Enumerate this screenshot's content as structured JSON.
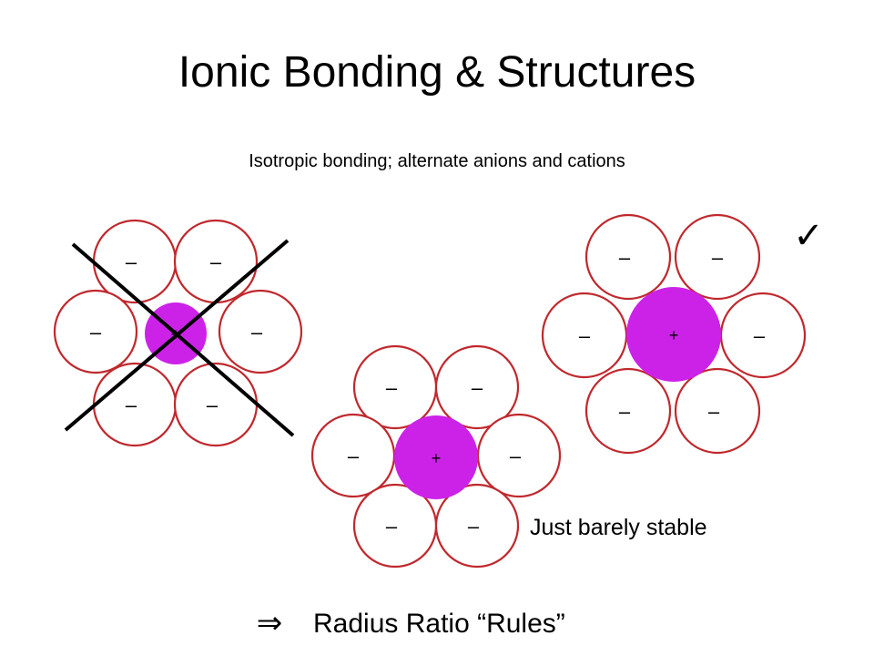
{
  "title": "Ionic Bonding & Structures",
  "subtitle": "Isotropic bonding; alternate anions and cations",
  "ion_symbols": {
    "anion": "–",
    "cation": "+"
  },
  "stable_label": "Just barely stable",
  "checkmark": "✓",
  "conclusion": {
    "arrow": "⇒",
    "text": "Radius Ratio “Rules”"
  },
  "colors": {
    "anion_outline": "#c0282d",
    "cation_fill": "#cc22e8",
    "cross_lines": "#000000"
  }
}
